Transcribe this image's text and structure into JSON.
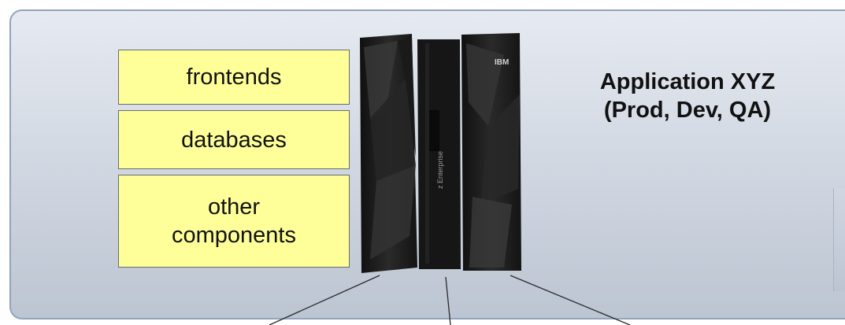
{
  "diagram": {
    "components": [
      "frontends",
      "databases",
      "other components"
    ],
    "application": {
      "line1": "Application XYZ",
      "line2": "(Prod, Dev, QA)"
    },
    "mainframe": {
      "logo": "IBM",
      "side_text": "z Enterprise"
    },
    "colors": {
      "box_fill": "#ffff99",
      "panel_border": "#93a3bc",
      "mainframe": "#1c1c1c"
    }
  }
}
